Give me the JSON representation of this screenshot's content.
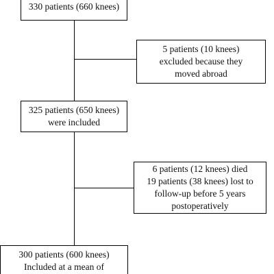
{
  "flowchart": {
    "start_box": {
      "lines": [
        "330 patients (660 knees)"
      ]
    },
    "excluded_box": {
      "lines": [
        "5 patients (10 knees)",
        "excluded because they",
        "moved abroad"
      ]
    },
    "included_box": {
      "lines": [
        "325 patients (650 knees)",
        "were included"
      ]
    },
    "lost_box": {
      "lines": [
        "6 patients (12 knees) died",
        "19 patients (38 knees) lost to",
        "follow-up before 5 years",
        "postoperatively"
      ]
    },
    "final_box": {
      "lines": [
        "300 patients (600 knees)",
        "Included at a mean of"
      ]
    }
  }
}
